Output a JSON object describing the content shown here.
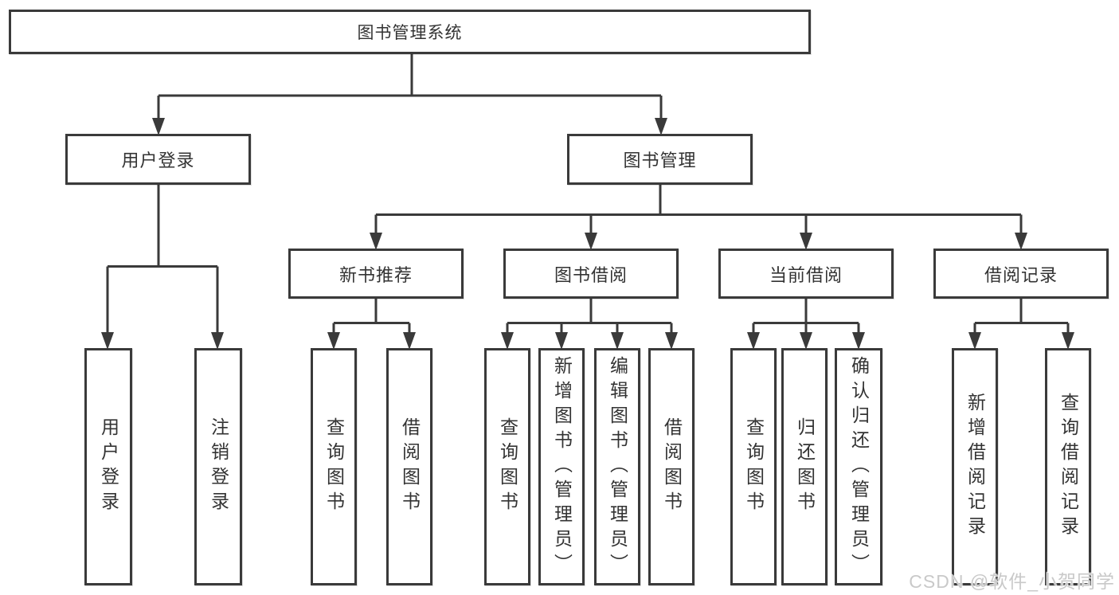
{
  "diagram": {
    "root": {
      "label": "图书管理系统"
    },
    "branches": [
      {
        "label": "用户登录",
        "leaves": [
          "用户登录",
          "注销登录"
        ]
      },
      {
        "label": "图书管理",
        "groups": [
          {
            "label": "新书推荐",
            "leaves": [
              "查询图书",
              "借阅图书"
            ]
          },
          {
            "label": "图书借阅",
            "leaves": [
              "查询图书",
              "新增图书（管理员）",
              "编辑图书（管理员）",
              "借阅图书"
            ]
          },
          {
            "label": "当前借阅",
            "leaves": [
              "查询图书",
              "归还图书",
              "确认归还（管理员）"
            ]
          },
          {
            "label": "借阅记录",
            "leaves": [
              "新增借阅记录",
              "查询借阅记录"
            ]
          }
        ]
      }
    ]
  },
  "watermark": "CSDN @软件_小贺同学",
  "colors": {
    "line": "#3a3a3a",
    "box_border": "#3a3a3a",
    "text": "#333333",
    "background": "#ffffff",
    "watermark": "#c9c9c9"
  }
}
